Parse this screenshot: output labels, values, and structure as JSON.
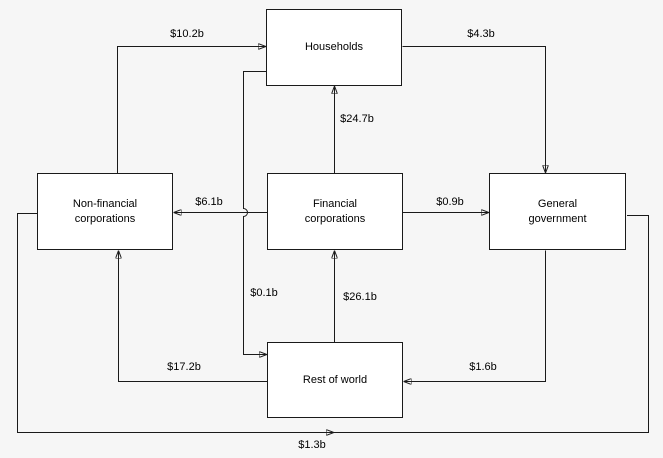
{
  "diagram": {
    "type": "flow-diagram",
    "background_color": "#f6f6f6",
    "line_color": "#1a1a1a",
    "box_fill_color": "#ffffff",
    "nodes": [
      {
        "id": "households",
        "label": "Households"
      },
      {
        "id": "non-financial-corporations",
        "label": "Non-financial corporations"
      },
      {
        "id": "financial-corporations",
        "label": "Financial corporations"
      },
      {
        "id": "general-government",
        "label": "General government"
      },
      {
        "id": "rest-of-world",
        "label": "Rest of world"
      }
    ],
    "flows": [
      {
        "label": "$10.2b",
        "from": "Non-financial corporations",
        "to": "Households"
      },
      {
        "label": "$4.3b",
        "from": "Households",
        "to": "General government"
      },
      {
        "label": "$24.7b",
        "from": "Financial corporations",
        "to": "Households"
      },
      {
        "label": "$6.1b",
        "from": "Financial corporations",
        "to": "Non-financial corporations"
      },
      {
        "label": "$0.9b",
        "from": "Financial corporations",
        "to": "General government"
      },
      {
        "label": "$0.1b",
        "from": "Households",
        "to": "Rest of world"
      },
      {
        "label": "$26.1b",
        "from": "Rest of world",
        "to": "Financial corporations"
      },
      {
        "label": "$17.2b",
        "from": "Rest of world",
        "to": "Non-financial corporations"
      },
      {
        "label": "$1.6b",
        "from": "General government",
        "to": "Rest of world"
      },
      {
        "label": "$1.3b",
        "from": "Non-financial corporations",
        "to": "General government"
      }
    ]
  }
}
